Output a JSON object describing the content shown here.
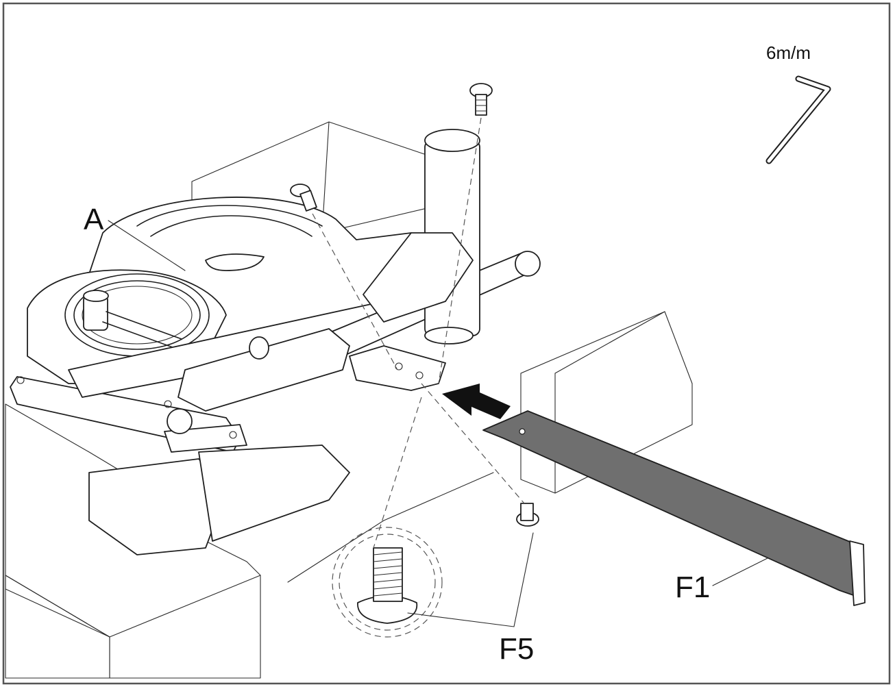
{
  "labels": {
    "frame": "A",
    "stabilizer": "F1",
    "bolt": "F5",
    "tool_size": "6m/m"
  },
  "colors": {
    "frame_border": "#555555",
    "part_fill": "#6f6f6f",
    "arrow": "#111111"
  },
  "icons": {
    "tool": "allen-key-icon",
    "bolt": "bolt-icon",
    "arrow": "insert-arrow-icon"
  }
}
